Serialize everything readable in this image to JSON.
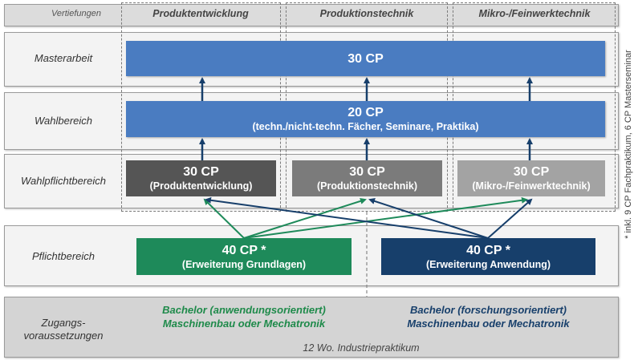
{
  "header": {
    "label": "Vertiefungen",
    "columns": [
      "Produktentwicklung",
      "Produktionstechnik",
      "Mikro-/Feinwerktechnik"
    ]
  },
  "rows": {
    "masterarbeit": "Masterarbeit",
    "wahlbereich": "Wahlbereich",
    "wahlpflicht": "Wahlpflichtbereich",
    "pflicht": "Pflichtbereich",
    "zugang_line1": "Zugangs-",
    "zugang_line2": "voraussetzungen"
  },
  "boxes": {
    "masterarbeit": {
      "cp": "30 CP"
    },
    "wahlbereich": {
      "cp": "20 CP",
      "desc": "(techn./nicht-techn. Fächer, Seminare, Praktika)"
    },
    "wahlpflicht": [
      {
        "cp": "30 CP",
        "desc": "(Produktentwicklung)",
        "color": "#555555"
      },
      {
        "cp": "30 CP",
        "desc": "(Produktionstechnik)",
        "color": "#7b7b7b"
      },
      {
        "cp": "30 CP",
        "desc": "(Mikro-/Feinwerktechnik)",
        "color": "#a3a3a3"
      }
    ],
    "pflicht": [
      {
        "cp": "40 CP *",
        "desc": "(Erweiterung Grundlagen)",
        "color": "#1e8a5a"
      },
      {
        "cp": "40 CP *",
        "desc": "(Erweiterung Anwendung)",
        "color": "#173f6b"
      }
    ]
  },
  "zugang": {
    "left_line1": "Bachelor (anwendungsorientiert)",
    "left_line2": "Maschinenbau oder Mechatronik",
    "right_line1": "Bachelor (forschungsorientiert)",
    "right_line2": "Maschinenbau oder Mechatronik",
    "bottom": "12 Wo. Industriepraktikum"
  },
  "note": "* inkl.  9 CP Fachpraktikum, 6 CP Masterseminar",
  "colors": {
    "green_text": "#1e8a4a",
    "blue_text": "#173f6b",
    "arrow_blue": "#173f6b",
    "arrow_green": "#1e8a5a"
  }
}
